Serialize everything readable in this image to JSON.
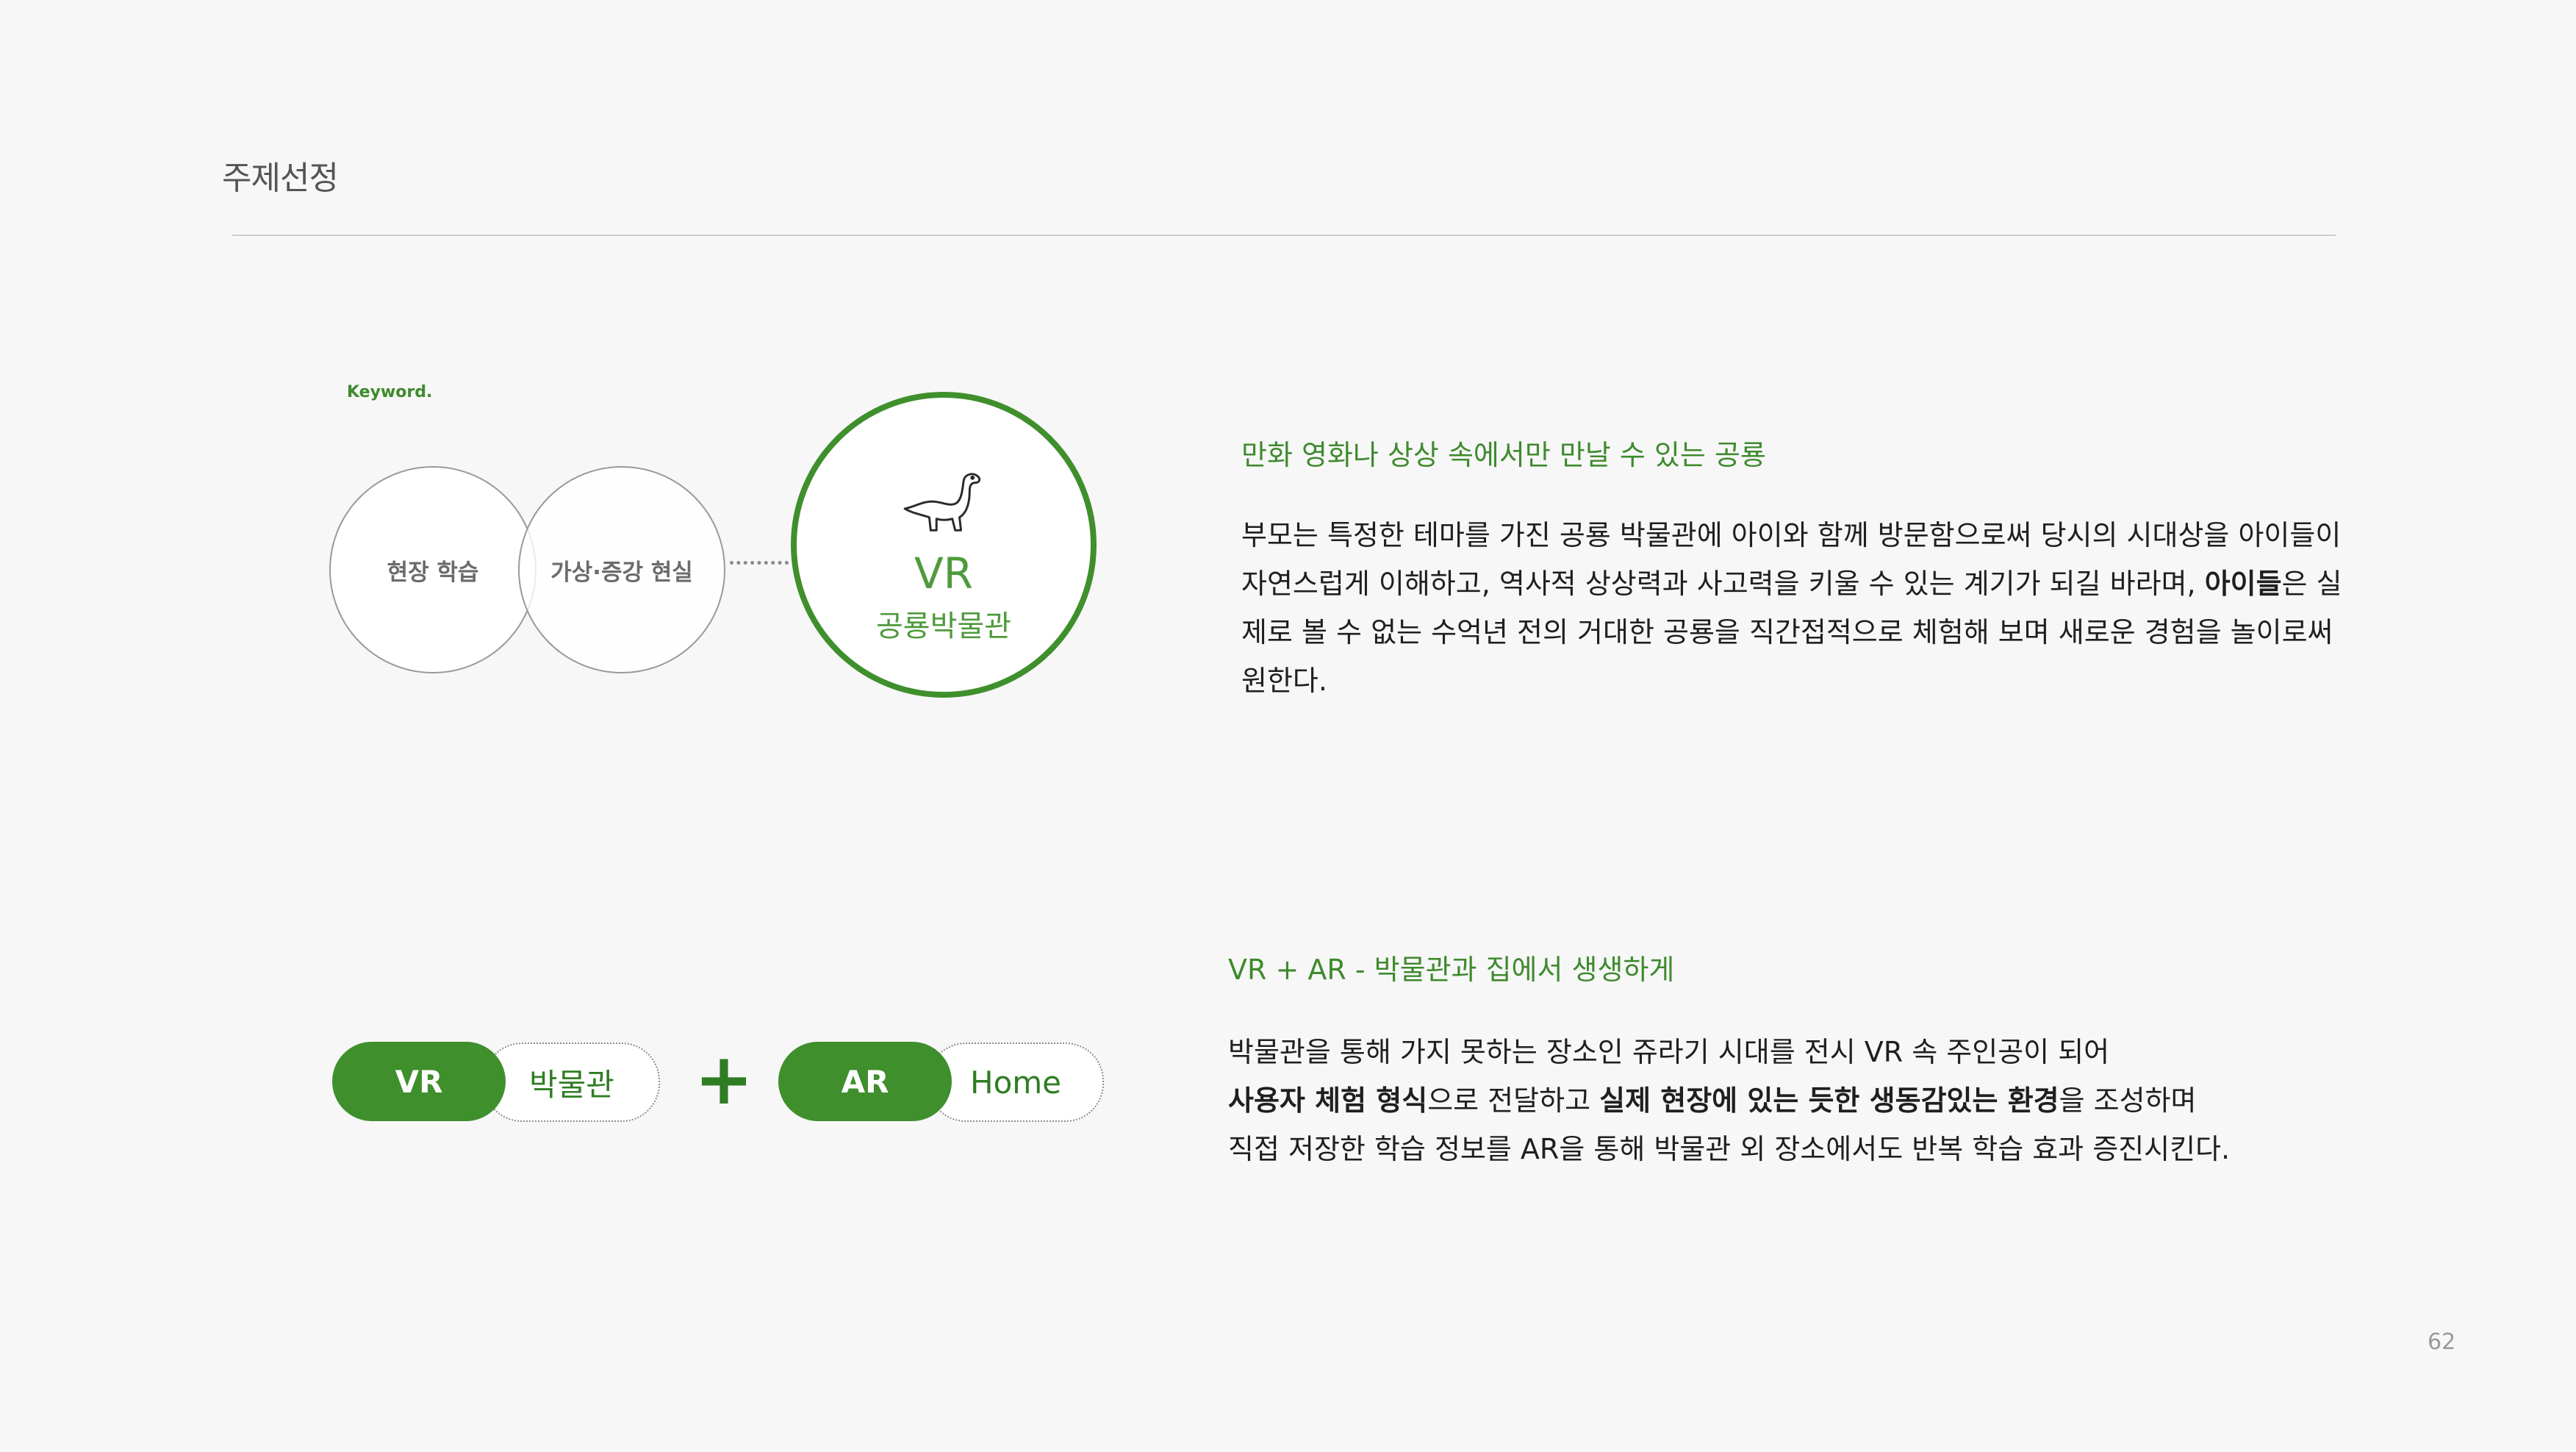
{
  "header": {
    "title": "주제선정"
  },
  "keyword": {
    "label": "Keyword.",
    "circles": [
      "현장 학습",
      "가상·증강 현실"
    ],
    "main_circle": {
      "title": "VR",
      "subtitle": "공룡박물관",
      "icon": "dinosaur-icon"
    }
  },
  "section1": {
    "heading": "만화 영화나 상상 속에서만 만날 수 있는 공룡",
    "body_part1": "부모는 특정한 테마를 가진 공룡 박물관에 아이와 함께 방문함으로써 당시의 시대상을 아이들이 자연스럽게 이해하고, 역사적 상상력과 사고력을 키울 수 있는 계기가 되길 바라며, ",
    "body_bold": "아이들",
    "body_part2": "은 실제로 볼 수 없는 수억년 전의 거대한 공룡을 직간접적으로 체험해 보며 새로운 경험을 놀이로써 원한다."
  },
  "section2": {
    "heading": "VR + AR - 박물관과 집에서 생생하게",
    "line1": "박물관을 통해 가지 못하는 장소인 쥬라기 시대를 전시 VR 속 주인공이 되어",
    "line2_bold1": "사용자 체험 형식",
    "line2_mid": "으로 전달하고 ",
    "line2_bold2": "실제 현장에 있는 듯한 생동감있는 환경",
    "line2_end": "을 조성하며",
    "line3": "직접 저장한 학습 정보를 AR을 통해 박물관 외 장소에서도 반복 학습 효과 증진시킨다."
  },
  "pills": {
    "vr_label": "VR",
    "vr_place": "박물관",
    "plus": "+",
    "ar_label": "AR",
    "ar_place": "Home"
  },
  "colors": {
    "accent": "#3f8f2d",
    "heading": "#3f8a2e"
  },
  "page_number": "62"
}
